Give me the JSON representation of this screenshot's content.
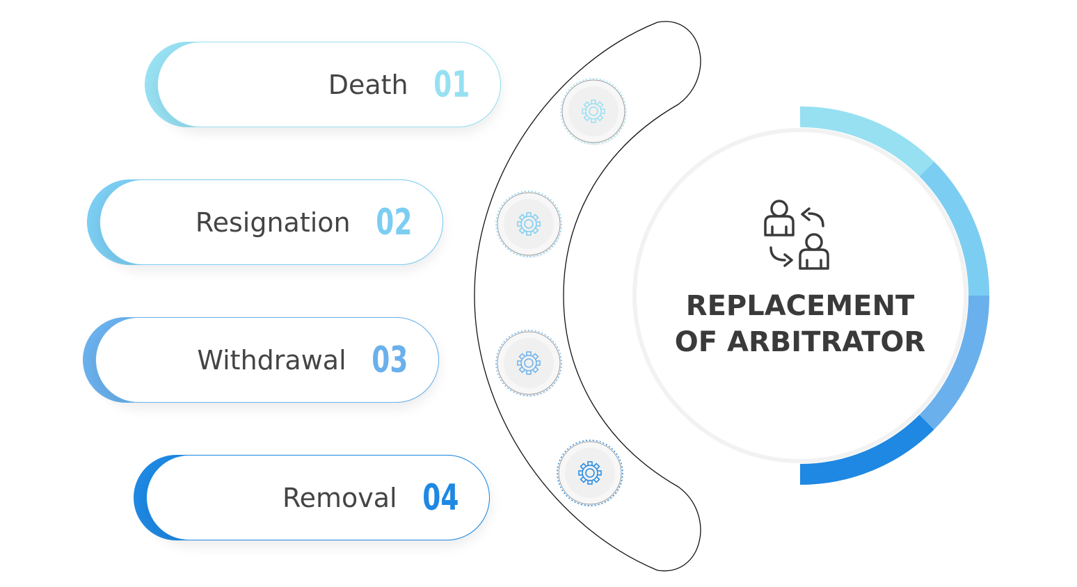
{
  "title": {
    "line1": "REPLACEMENT",
    "line2": "OF ARBITRATOR",
    "icon": "person-swap-icon"
  },
  "items": [
    {
      "label": "Death",
      "number": "01",
      "color": "#97e0f2"
    },
    {
      "label": "Resignation",
      "number": "02",
      "color": "#7ccdf2"
    },
    {
      "label": "Withdrawal",
      "number": "03",
      "color": "#6ab0ec"
    },
    {
      "label": "Removal",
      "number": "04",
      "color": "#1e88e2"
    }
  ]
}
